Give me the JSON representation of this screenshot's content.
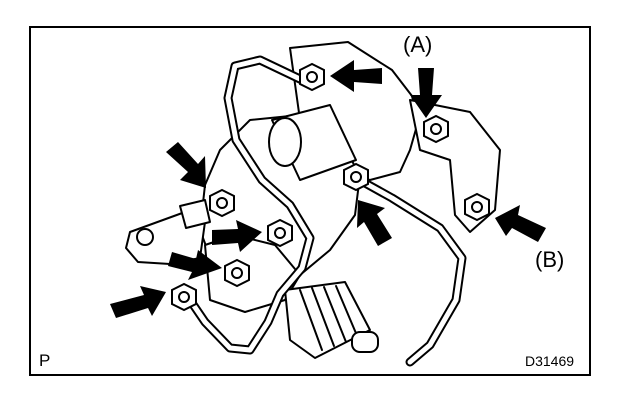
{
  "labels": {
    "a": "(A)",
    "b": "(B)",
    "corner": "P",
    "figure_code": "D31469"
  },
  "colors": {
    "ink": "#000000",
    "paper": "#ffffff"
  },
  "icons": {
    "arrow": "arrow-icon",
    "bolt": "bolt-icon"
  }
}
